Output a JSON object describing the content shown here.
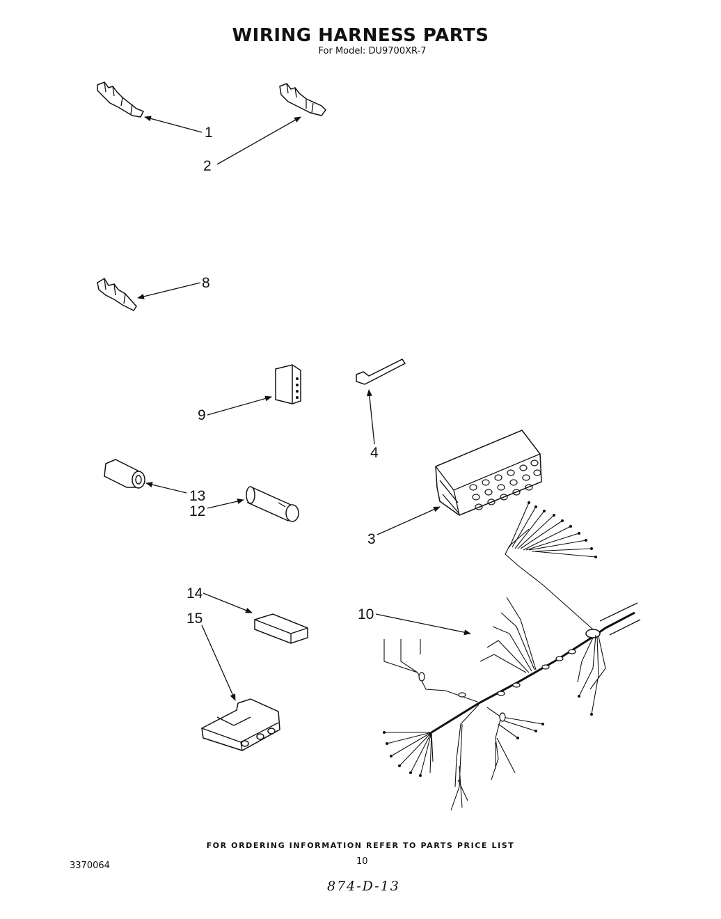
{
  "header": {
    "title": "WIRING HARNESS PARTS",
    "subtitle": "For Model: DU9700XR-7"
  },
  "callouts": {
    "c1": "1",
    "c2": "2",
    "c3": "3",
    "c4": "4",
    "c8": "8",
    "c9": "9",
    "c10": "10",
    "c12": "12",
    "c13": "13",
    "c14": "14",
    "c15": "15"
  },
  "footer": {
    "ordering_note": "FOR ORDERING INFORMATION REFER TO PARTS PRICE LIST",
    "document_number": "3370064",
    "page_number": "10",
    "handwritten_note": "874-D-13"
  }
}
